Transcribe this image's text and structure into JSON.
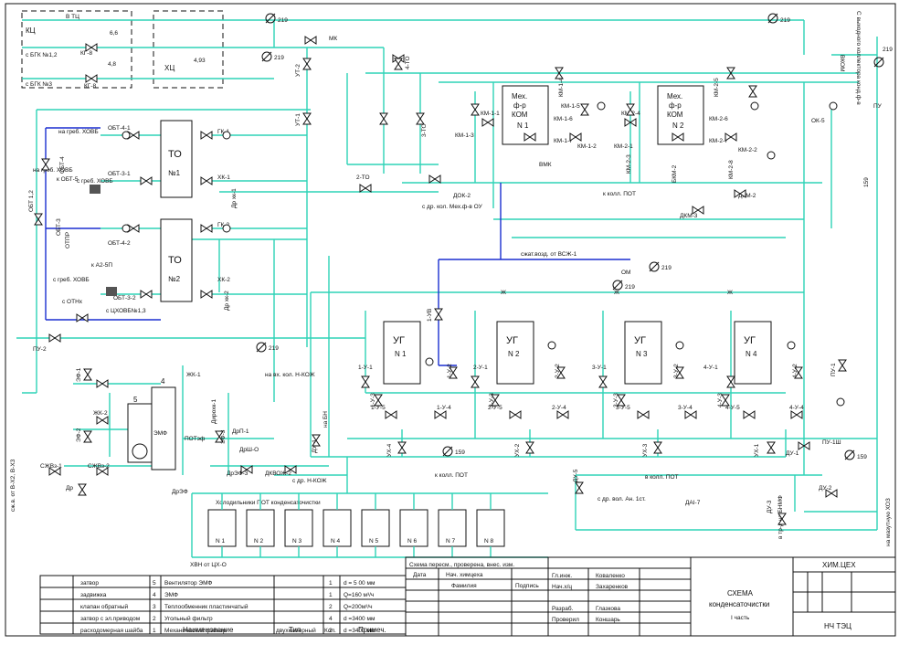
{
  "tl_boxes": {
    "kc": "КЦ",
    "hc": "ХЦ",
    "v_tc": "В ТЦ",
    "s_bgk12": "с БГК №1,2",
    "s_bgk3": "с БГК №3",
    "kg8a": "КГ-8",
    "kg8b": "КГ-8",
    "vv": "6,6",
    "vv2": "4,8",
    "vv3": "4,93"
  },
  "top_lines": {
    "d219a": "219",
    "d219b": "219",
    "d219c": "219",
    "d219d": "219",
    "d219e": "219",
    "d219f": "219",
    "d159a": "159",
    "d159b": "159",
    "d159c": "159",
    "mk": "МК",
    "ok5": "ОК-5",
    "pu": "ПУ",
    "right_note": "С выходного коллектора конд.ф-в",
    "vvod_kom": "ВКОМ"
  },
  "to": {
    "to1": "ТО",
    "n1": "№1",
    "to2": "ТО",
    "n2": "№2",
    "gk1": "ГК-1",
    "hk1": "ХК-1",
    "gk2": "ГК-2",
    "hk2": "ХК-2",
    "obt41": "ОБТ-4-1",
    "obt31": "ОБТ-3-1",
    "obt42": "ОБТ-4-2",
    "obt32": "ОБТ-3-2",
    "obt4": "ОБТ-4",
    "obt3": "ОБТ-3",
    "obt5": "к ОБТ-5",
    "otpr": "ОТПР",
    "a5p": "к А2-5П",
    "na_greb1": "на греб. ХОВБ",
    "na_greb2": "на греб. ХОВБ",
    "s_greb1": "с греб. ХОВБ",
    "s_greb2": "с греб. ХОВБ",
    "s_otn": "с ОТНх",
    "s_hovb": "с ЦХОВБ№1,3",
    "pu2": "ПУ-2",
    "dr1": "Др хк-1",
    "dr2": "Др хк-2",
    "otp12": "ОБТ 1,2"
  },
  "mech": {
    "f1a": "Мех.",
    "f1b": "ф-р",
    "f1c": "КОМ",
    "f1n": "N 1",
    "f2a": "Мех.",
    "f2b": "ф-р",
    "f2c": "КОМ",
    "f2n": "N 2",
    "km11": "КМ-1-1",
    "km13": "КМ-1-3",
    "km14": "КМ-1-4",
    "km15": "КМ-1-5",
    "km16": "КМ-1-6",
    "km17": "КМ-1-7",
    "km12": "КМ-1-2",
    "km21": "КМ-2-1",
    "km22": "КМ-2-2",
    "km23": "КМ-2-3",
    "km24": "КМ-2-4",
    "km25": "КМ-2-5",
    "km26": "КМ-2-6",
    "km27": "КМ-2-7",
    "km28": "КМ-2-8",
    "vmk": "ВМК",
    "dkm2": "ДКМ-2",
    "dkm3": "ДКМ-3",
    "bkm2": "БКМ-2",
    "dok2": "ДОК-2",
    "to2": "2-ТО",
    "to3": "3-ТО",
    "to4": "4-ТО",
    "ut2": "УТ-2",
    "ut1": "УТ-1",
    "kpot": "к колл. ПОТ",
    "s_dr_kol": "с др. кол. Мех.ф-в ОУ"
  },
  "air": {
    "szh": "сжат.возд. от ВСЖ-1",
    "om": "ОМ",
    "zh1": "Ж",
    "zh2": "Ж",
    "zh3": "Ж"
  },
  "ug": {
    "u1": "УГ",
    "n1": "N 1",
    "u2": "УГ",
    "n2": "N 2",
    "u3": "УГ",
    "n3": "N 3",
    "u4": "УГ",
    "n4": "N 4",
    "uv1": "1-УВ",
    "y1": "1-У-1",
    "y2": "2-У-1",
    "y3": "3-У-1",
    "y4": "4-У-1",
    "y12": "1-У-2",
    "y22": "2-У-2",
    "y32": "3-У-2",
    "y42": "4-У-2",
    "y13": "1-У-3",
    "y23": "2-У-3",
    "y33": "3-У-3",
    "y43": "4-У-3",
    "y15": "1-У-5",
    "y25": "2-У-5",
    "y35": "3-У-5",
    "y45": "4-У-5",
    "y14": "1-У-4",
    "y24": "2-У-4",
    "y34": "3-У-4",
    "y44": "4-У-4",
    "ux4": "УХ-4",
    "ux2": "УХ-2",
    "ux3": "УХ-3",
    "ux1": "УХ-1",
    "du4": "ДУ-4",
    "du5": "ДУ-5",
    "du1": "ДУ-1",
    "du2": "ДУ-2",
    "du3": "ДУ-3",
    "dai7": "ДАІ-7",
    "pu1": "ПУ-1",
    "pu1sh": "ПУ-1Ш",
    "k_kol_pot": "к колл. ПОТ",
    "v_kol_pot": "в колл. ПОТ",
    "s_dr_vol": "с др. вол. Ан. 1ст.",
    "na_mazut": "на мазутную ХОЗ",
    "v_tr": "в тр-д на БНМФ"
  },
  "emf": {
    "emf": "ЭМФ",
    "ef1": "ЭФ-1",
    "ef2": "ЭФ-2",
    "ef3": "ЭФ-3",
    "zhk1": "ЖК-1",
    "zhk2": "ЖК-2",
    "szhv1": "СЖВз-1",
    "szhv2": "СЖВз-2",
    "potef": "ПОТэф",
    "dref3": "ДрЭФ-3",
    "dkkozh2": "ДКВОЖ-2",
    "s_dr_kozh": "с др. Н-КОЖ",
    "na_kozh": "на вх. кол. Н-КОЖ",
    "drm": "Др",
    "dref": "ДрЭФ",
    "szh_ot": "сж.в. от В-Х2, В-Х3",
    "dpz1": "Дирохк-1",
    "dp1": "ДрП-1",
    "dpz2": "ДрШ-О",
    "num4": "4",
    "num5": "5",
    "u_bh": "на БН"
  },
  "bottom_plate": {
    "label": "Холодильники ПОТ конденсаточистки",
    "hp": "ХВН от ЦХ-О",
    "u1": "N 1",
    "u2": "N 2",
    "u3": "N 3",
    "u4": "N 4",
    "u5": "N 5",
    "u6": "N 6",
    "u7": "N 7",
    "u8": "N 8"
  },
  "legend": {
    "r1": "затвор",
    "r2": "задвижка",
    "r3": "клапан обратный",
    "r4": "затвор с эл.приводом",
    "r5": "расходомерная шайба"
  },
  "spec": {
    "rows": [
      {
        "pos": "5",
        "name": "Вентилятор ЭМФ",
        "type": "",
        "qty": "1",
        "note": "d = 5 00 мм"
      },
      {
        "pos": "4",
        "name": "ЭМФ",
        "type": "",
        "qty": "1",
        "note": "Q=160 м³/ч"
      },
      {
        "pos": "3",
        "name": "Теплообменник пластинчатый",
        "type": "",
        "qty": "2",
        "note": "Q=200м³/ч"
      },
      {
        "pos": "2",
        "name": "Угольный фильтр",
        "type": "",
        "qty": "4",
        "note": "d =3400 мм"
      },
      {
        "pos": "1",
        "name": "Механический фильтр",
        "type": "двухкамерный",
        "qty": "2",
        "note": "d =3400 мм"
      }
    ],
    "hdr_name": "Наименование",
    "hdr_type": "Тип",
    "hdr_qty": "Кол.",
    "hdr_note": "Примеч."
  },
  "stamp": {
    "head": "Схема пересм., проверена, внес. изм.",
    "date": "Дата",
    "nach": "Нач. химцеха",
    "fam": "Фамилия",
    "podp": "Подпись",
    "glinzh": "Гл.инж.",
    "kovalenko": "Коваленко",
    "nach_hc": "Нач.х/ц",
    "zaharenkov": "Захаренков",
    "razrab": "Разраб.",
    "glazkova": "Глазкова",
    "proveril": "Проверил",
    "konshar": "Коншарь",
    "title1": "СХЕМА",
    "title2": "конденсаточистки",
    "title3": "I часть",
    "shop": "ХИМ.ЦЕХ",
    "plant": "НЧ ТЭЦ"
  }
}
